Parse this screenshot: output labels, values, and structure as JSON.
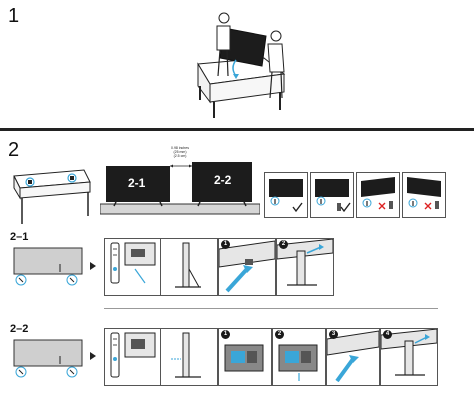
{
  "step1": {
    "number": "1"
  },
  "step2": {
    "number": "2",
    "tv_labels": [
      "2-1",
      "2-2"
    ],
    "spacing_note": [
      "0.98 inches",
      "(25 mm)",
      "(2.5 cm)"
    ],
    "check_symbol": "✓",
    "cross_symbol": "✕"
  },
  "section_2_1": {
    "title": "2–1",
    "badges": [
      "1",
      "2"
    ]
  },
  "section_2_2": {
    "title": "2–2",
    "badges": [
      "1",
      "2",
      "3",
      "4"
    ]
  },
  "colors": {
    "accent": "#3aa6d8",
    "tv": "#1c1c1c",
    "line": "#222222",
    "light_fill": "#e6e6e6",
    "mid_fill": "#cfcfcf"
  },
  "icons": [
    "check-icon",
    "cross-icon",
    "arrow-right-icon",
    "circle-callout-icon"
  ]
}
